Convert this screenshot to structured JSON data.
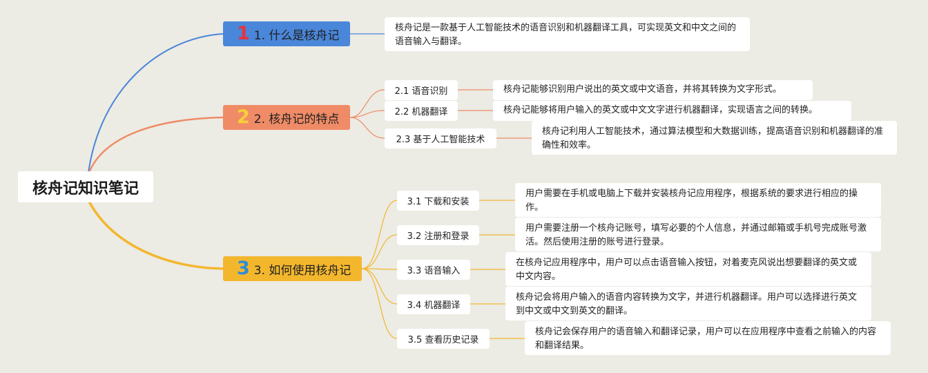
{
  "root": {
    "title": "核舟记知识笔记"
  },
  "branches": [
    {
      "num": "1",
      "label": "1. 什么是核舟记",
      "note": "核舟记是一款基于人工智能技术的语音识别和机器翻译工具，可实现英文和中文之间的语音输入与翻译。"
    },
    {
      "num": "2",
      "label": "2. 核舟记的特点",
      "children": [
        {
          "label": "2.1 语音识别",
          "note": "核舟记能够识别用户说出的英文或中文语音，并将其转换为文字形式。"
        },
        {
          "label": "2.2 机器翻译",
          "note": "核舟记能够将用户输入的英文或中文文字进行机器翻译，实现语言之间的转换。"
        },
        {
          "label": "2.3 基于人工智能技术",
          "note": "核舟记利用人工智能技术，通过算法模型和大数据训练，提高语音识别和机器翻译的准确性和效率。"
        }
      ]
    },
    {
      "num": "3",
      "label": "3. 如何使用核舟记",
      "children": [
        {
          "label": "3.1 下载和安装",
          "note": "用户需要在手机或电脑上下载并安装核舟记应用程序，根据系统的要求进行相应的操作。"
        },
        {
          "label": "3.2 注册和登录",
          "note": "用户需要注册一个核舟记账号，填写必要的个人信息，并通过邮箱或手机号完成账号激活。然后使用注册的账号进行登录。"
        },
        {
          "label": "3.3 语音输入",
          "note": "在核舟记应用程序中，用户可以点击语音输入按钮，对着麦克风说出想要翻译的英文或中文内容。"
        },
        {
          "label": "3.4 机器翻译",
          "note": "核舟记会将用户输入的语音内容转换为文字，并进行机器翻译。用户可以选择进行英文到中文或中文到英文的翻译。"
        },
        {
          "label": "3.5 查看历史记录",
          "note": "核舟记会保存用户的语音输入和翻译记录，用户可以在应用程序中查看之前输入的内容和翻译结果。"
        }
      ]
    }
  ],
  "colors": {
    "background": "#ecebe4",
    "branch1": "#4a86d9",
    "branch2": "#ef8b66",
    "branch3": "#f3b72e",
    "num1": "#e8323c",
    "num2": "#f7cf38",
    "num3": "#2f8dd7"
  }
}
